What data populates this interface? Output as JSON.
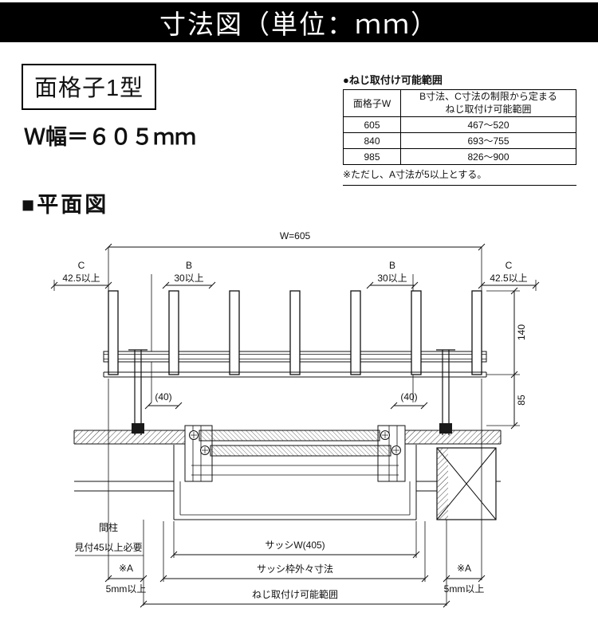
{
  "title_bar": {
    "text": "寸法図（単位：ｍｍ）"
  },
  "header": {
    "product_label": "面格子1型",
    "width_label": "Ｗ幅＝６０５ｍｍ"
  },
  "screw_table": {
    "caption": "●ねじ取付け可能範囲",
    "col1_header": "面格子W",
    "col2_header_line1": "B寸法、C寸法の制限から定まる",
    "col2_header_line2": "ねじ取付け可能範囲",
    "rows": [
      {
        "w": "605",
        "range": "467～520"
      },
      {
        "w": "840",
        "range": "693～755"
      },
      {
        "w": "985",
        "range": "826～900"
      }
    ],
    "note": "※ただし、A寸法が5以上とする。"
  },
  "section_heading": "■平面図",
  "drawing": {
    "dim_w": "W=605",
    "left_c_label": "C",
    "left_c_value": "42.5以上",
    "left_b_label": "B",
    "left_b_value": "30以上",
    "right_b_label": "B",
    "right_b_value": "30以上",
    "right_c_label": "C",
    "right_c_value": "42.5以上",
    "dim_depth": "140",
    "dim_gap": "85",
    "dim_40_left": "(40)",
    "dim_40_right": "(40)",
    "mabashira_line1": "間柱",
    "mabashira_line2": "見付45以上必要",
    "sash_w": "サッシW(405)",
    "sash_frame_outer": "サッシ枠外々寸法",
    "screw_range": "ねじ取付け可能範囲",
    "a_left_label": "※A",
    "a_left_value": "5mm以上",
    "a_right_label": "※A",
    "a_right_value": "5mm以上"
  }
}
